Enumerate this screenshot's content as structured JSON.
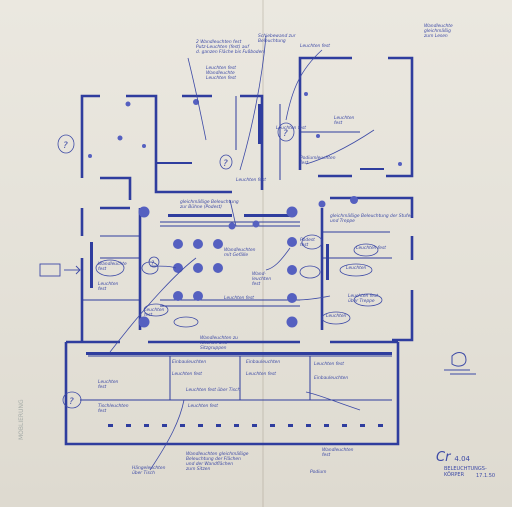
{
  "colors": {
    "paper": "#e8e5dc",
    "ink": "#3d4aa6",
    "wall": "#2f3d9e"
  },
  "notes": [
    "2 Wandleuchten fest\nPutz-Leuchten (fest) auf\nd. ganzen Fläche bis Fußboden",
    "Leuchten fest\nWandleuchte",
    "Leuchten fest",
    "Schiebewand zur\nBeleuchtung",
    "Leuchten fest",
    "Wandleuchte\ngleichmäßig\nzum Lesen",
    "Leuchten\nfest",
    "Leuchten fest",
    "Podiumleuchten\nfest",
    "Leuchten fest",
    "gleichmäßige Beleuchtung\nzur Bühne (Podest)",
    "gleichmäßige Beleuchtung der Stufen\nund Treppe",
    "Wandleuchte\nfest",
    "Leuchten\nfest",
    "Wandleuchten\nmit Gefälle",
    "Wand-\nleuchten\nfest",
    "Leuchten fest",
    "Leuchten\nfest",
    "Podest\nfest",
    "Wandleuchten zu\nNischen und\nSitzgruppen",
    "Leuchten fest",
    "Leuchten",
    "Leuchten fest\nüber Treppe",
    "Leuchten",
    "Einbauleuchten",
    "Einbauleuchten",
    "Leuchten fest",
    "Leuchten fest",
    "Leuchten fest",
    "Einbauleuchten",
    "Leuchten\nfest",
    "Leuchten fest über Tisch",
    "Tischleuchten\nfest",
    "Wandleuchten gleichmäßige\nBeleuchtung der Flächen\nund der Wandflächen\nzum Sitzen",
    "Leuchten fest",
    "Wandleuchten\nfest",
    "Hängeleuchten\nüber Tisch",
    "Podium"
  ],
  "stamp": {
    "code": "Cr",
    "number": "4.04",
    "subtitle": "BELEUCHTUNGS-\nKÖRPER",
    "date": "17.1.50",
    "side": "MÖBLIERUNG"
  },
  "markers": [
    "?",
    "?",
    "?",
    "?",
    "?"
  ]
}
